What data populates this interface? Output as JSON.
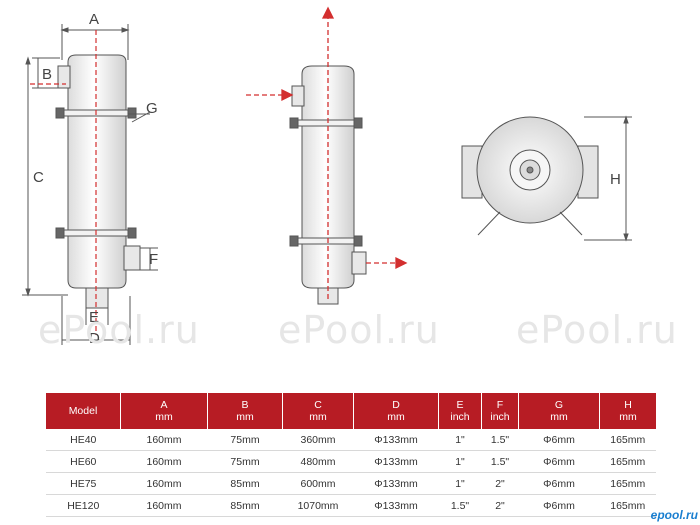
{
  "watermark": [
    "ePool.ru",
    "ePool.ru",
    "ePool.ru"
  ],
  "dimension_labels": {
    "a": "A",
    "b": "B",
    "c": "C",
    "d": "D",
    "e": "E",
    "f": "F",
    "g": "G",
    "h": "H"
  },
  "table": {
    "headers": [
      {
        "name": "Model",
        "unit": ""
      },
      {
        "name": "A",
        "unit": "mm"
      },
      {
        "name": "B",
        "unit": "mm"
      },
      {
        "name": "C",
        "unit": "mm"
      },
      {
        "name": "D",
        "unit": "mm"
      },
      {
        "name": "E",
        "unit": "inch"
      },
      {
        "name": "F",
        "unit": "inch"
      },
      {
        "name": "G",
        "unit": "mm"
      },
      {
        "name": "H",
        "unit": "mm"
      }
    ],
    "rows": [
      [
        "HE40",
        "160mm",
        "75mm",
        "360mm",
        "Φ133mm",
        "1\"",
        "1.5\"",
        "Φ6mm",
        "165mm"
      ],
      [
        "HE60",
        "160mm",
        "75mm",
        "480mm",
        "Φ133mm",
        "1\"",
        "1.5\"",
        "Φ6mm",
        "165mm"
      ],
      [
        "HE75",
        "160mm",
        "85mm",
        "600mm",
        "Φ133mm",
        "1\"",
        "2\"",
        "Φ6mm",
        "165mm"
      ],
      [
        "HE120",
        "160mm",
        "85mm",
        "1070mm",
        "Φ133mm",
        "1.5\"",
        "2\"",
        "Φ6mm",
        "165mm"
      ]
    ]
  },
  "logo_text": "epool.ru",
  "colors": {
    "header_bg": "#b71c24",
    "flow_arrow": "#d32f2f",
    "line": "#555555"
  }
}
